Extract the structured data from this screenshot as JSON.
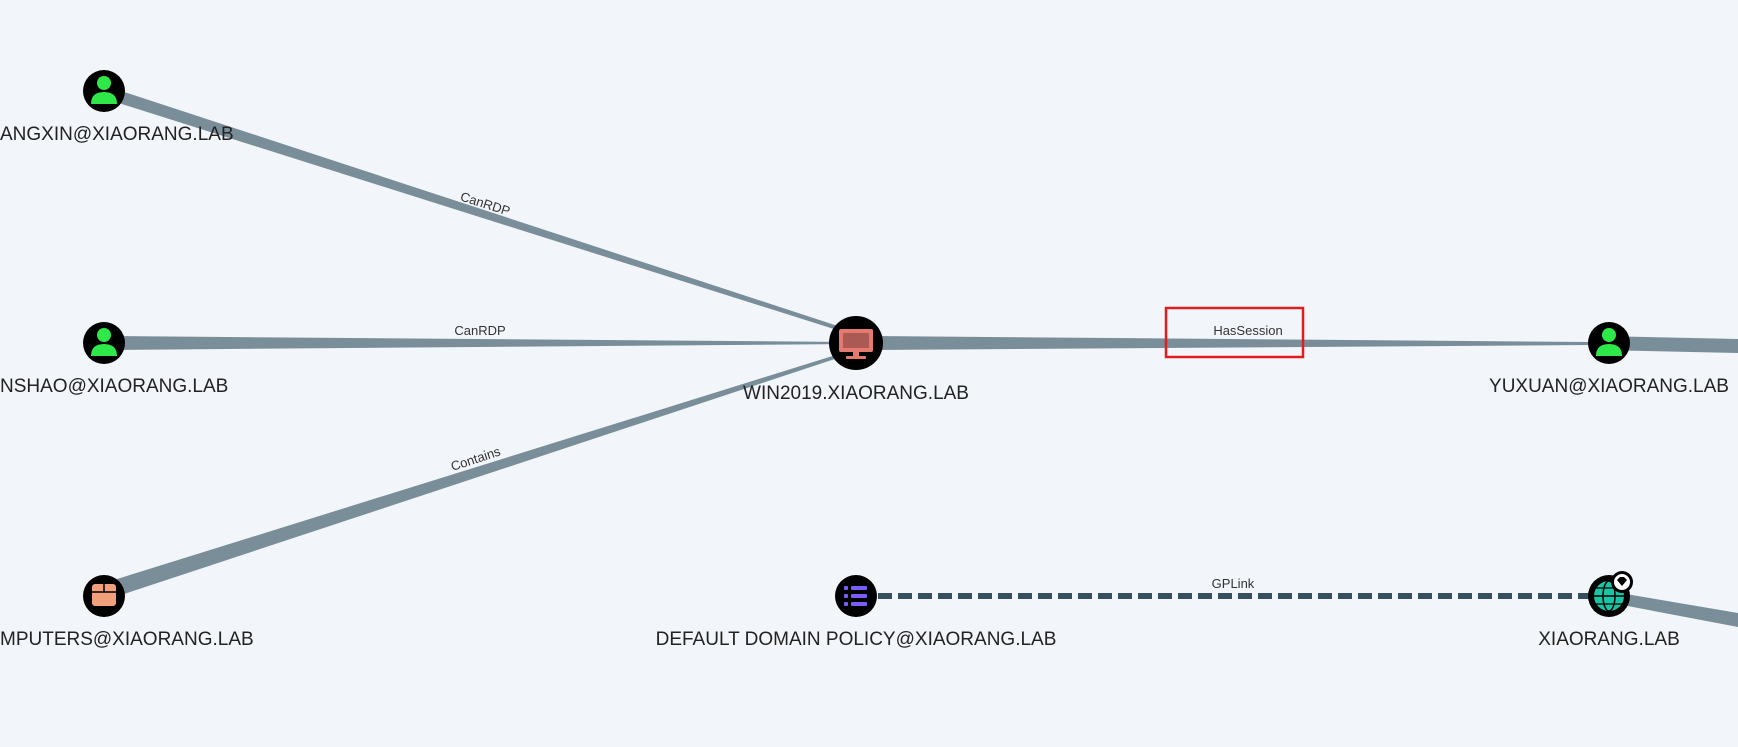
{
  "nodes": {
    "user_zhangxin": {
      "label": "ANGXIN@XIAORANG.LAB",
      "type": "user",
      "icon": "user-icon"
    },
    "user_jinshao": {
      "label": "NSHAO@XIAORANG.LAB",
      "type": "user",
      "icon": "user-icon"
    },
    "ou_computers": {
      "label": "MPUTERS@XIAORANG.LAB",
      "type": "ou",
      "icon": "box-icon"
    },
    "computer_win2019": {
      "label": "WIN2019.XIAORANG.LAB",
      "type": "computer",
      "icon": "monitor-icon"
    },
    "user_yuxuan": {
      "label": "YUXUAN@XIAORANG.LAB",
      "type": "user",
      "icon": "user-icon"
    },
    "gpo_default": {
      "label": "DEFAULT DOMAIN POLICY@XIAORANG.LAB",
      "type": "gpo",
      "icon": "list-icon"
    },
    "domain_xiaorang": {
      "label": "XIAORANG.LAB",
      "type": "domain",
      "icon": "globe-icon"
    }
  },
  "edges": {
    "canrdp_1": {
      "label": "CanRDP",
      "from": "user_zhangxin",
      "to": "computer_win2019"
    },
    "canrdp_2": {
      "label": "CanRDP",
      "from": "user_jinshao",
      "to": "computer_win2019"
    },
    "contains": {
      "label": "Contains",
      "from": "ou_computers",
      "to": "computer_win2019"
    },
    "hassession": {
      "label": "HasSession",
      "from": "computer_win2019",
      "to": "user_yuxuan"
    },
    "gplink": {
      "label": "GPLink",
      "from": "gpo_default",
      "to": "domain_xiaorang"
    }
  },
  "colors": {
    "background": "#f2f5f9",
    "edge": "#7a8e99",
    "gplink_edge": "#37505e",
    "user_icon": "#2ee84a",
    "computer_icon": "#e3796f",
    "ou_icon": "#f2a07b",
    "gpo_icon": "#7c5cff",
    "domain_icon": "#18c5a5",
    "highlight_box": "#e01d1d"
  }
}
